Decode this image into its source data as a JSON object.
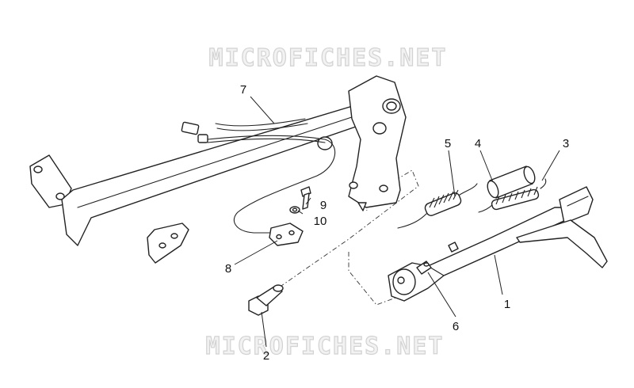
{
  "watermarks": [
    "MICROFICHES.NET",
    "MICROFICHES.NET"
  ],
  "callouts": [
    "1",
    "2",
    "3",
    "4",
    "5",
    "6",
    "7",
    "8",
    "9",
    "10"
  ],
  "colors": {
    "line": "#222222",
    "watermark_fill": "#f2f2f2",
    "watermark_stroke": "#d2d2d2",
    "background": "#ffffff"
  }
}
